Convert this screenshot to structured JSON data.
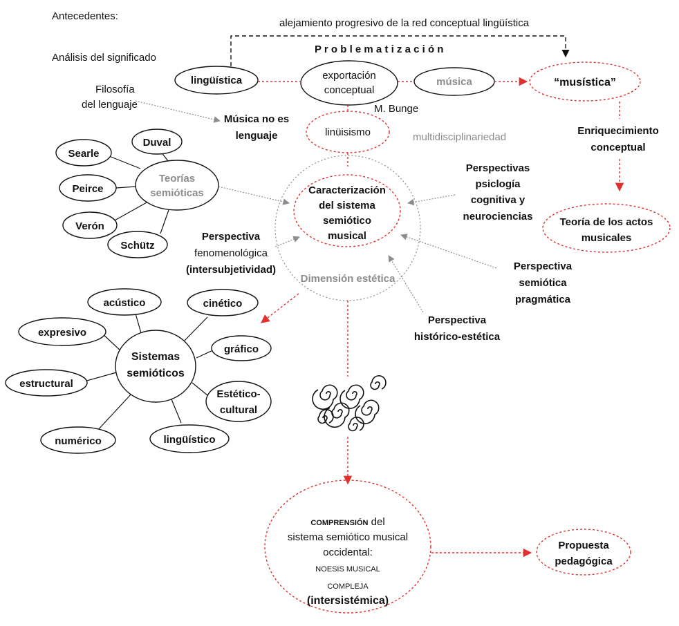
{
  "header": {
    "antecedentes": "Antecedentes:",
    "alejamiento": "alejamiento progresivo de la red conceptual lingüística",
    "analisis": "Análisis del significado",
    "filosofia_1": "Filosofía",
    "filosofia_2": "del lenguaje",
    "problematizacion": "P r o b l e m a t i z a c i ó n"
  },
  "top_row": {
    "linguistica": "lingüística",
    "exportacion_1": "exportación",
    "exportacion_2": "conceptual",
    "musica": "música",
    "musistica": "“musística”",
    "bunge": "M. Bunge",
    "musica_no_1": "Música no es",
    "musica_no_2": "lenguaje",
    "linuisismo": "linüisismo",
    "multidisciplinariedad": "multidisciplinariedad",
    "enriquecimiento_1": "Enriquecimiento",
    "enriquecimiento_2": "conceptual",
    "teoria_1": "Teoría de los actos",
    "teoria_2": "musicales"
  },
  "semiotic_theories": {
    "center_1": "Teorías",
    "center_2": "semióticas",
    "searle": "Searle",
    "duval": "Duval",
    "peirce": "Peirce",
    "veron": "Verón",
    "schutz": "Schütz"
  },
  "center": {
    "l1": "Caracterización",
    "l2": "del sistema",
    "l3": "semiótico",
    "l4": "musical",
    "dimension": "Dimensión estética"
  },
  "perspectives": {
    "psico_1": "Perspectivas",
    "psico_2": "psiclogía",
    "psico_3": "cognitiva y",
    "psico_4": "neurociencias",
    "fen_1": "Perspectiva",
    "fen_2": "fenomenológica",
    "fen_3": "(intersubjetividad)",
    "prag_1": "Perspectiva",
    "prag_2": "semiótica",
    "prag_3": "pragmática",
    "hist_1": "Perspectiva",
    "hist_2": "histórico-estética"
  },
  "systems": {
    "center_1": "Sistemas",
    "center_2": "semióticos",
    "acustico": "acústico",
    "cinetico": "cinético",
    "expresivo": "expresivo",
    "grafico": "gráfico",
    "estructural": "estructural",
    "estetico_1": "Estético-",
    "estetico_2": "cultural",
    "numerico": "numérico",
    "linguistico": "lingüístico"
  },
  "bottom": {
    "comprension_word": "COMPRENSIÓN",
    "comprension_rest": " del",
    "c2": "sistema semiótico musical",
    "c3": "occidental:",
    "c4": "NOESIS MUSICAL",
    "c5": "COMPLEJA",
    "c6": "(intersistémica)",
    "propuesta_1": "Propuesta",
    "propuesta_2": "pedagógica"
  },
  "colors": {
    "red": "#e03030",
    "gray": "#8c8c8c",
    "black": "#111111"
  }
}
